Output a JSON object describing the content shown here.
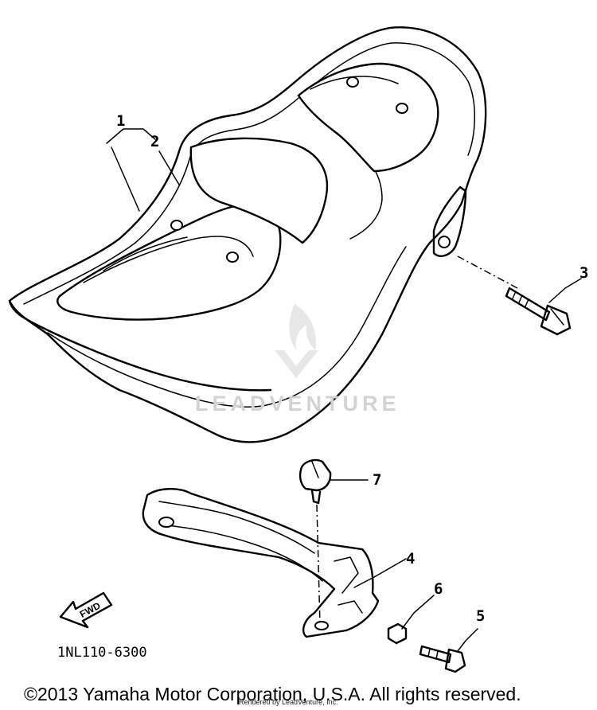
{
  "callouts": {
    "c1": "1",
    "c2": "2",
    "c3": "3",
    "c4": "4",
    "c5": "5",
    "c6": "6",
    "c7": "7"
  },
  "direction_label": "FWD",
  "part_code": "1NL110-6300",
  "watermark_text": "LEADVENTURE",
  "watermark_small": "Rendered by LeadVenture, Inc.",
  "copyright": "©2013 Yamaha Motor Corporation, U.S.A. All rights reserved.",
  "icons": [
    "fwd-arrow-icon",
    "leadventure-logo-icon"
  ]
}
